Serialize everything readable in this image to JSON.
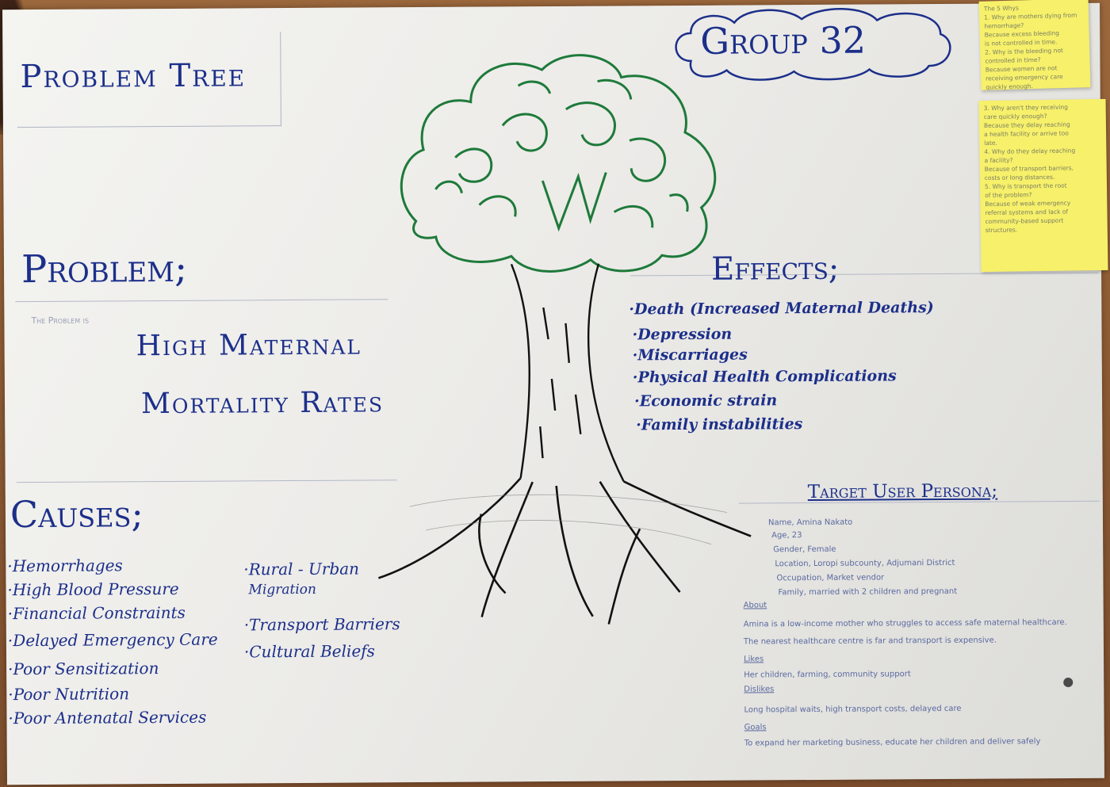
{
  "header": {
    "title": "Problem Tree",
    "group_label": "Group 32"
  },
  "problem": {
    "heading": "Problem;",
    "intro": "The Problem is",
    "line1": "High Maternal",
    "line2": "Mortality Rates"
  },
  "causes": {
    "heading": "Causes;",
    "column1": [
      "·Hemorrhages",
      "·High Blood Pressure",
      "·Financial Constraints",
      "·Delayed Emergency Care",
      "·Poor Sensitization",
      "·Poor Nutrition",
      "·Poor Antenatal Services"
    ],
    "column2_line1": "·Rural - Urban",
    "column2_line2": "Migration",
    "column2": [
      "·Transport Barriers",
      "·Cultural Beliefs"
    ]
  },
  "effects": {
    "heading": "Effects;",
    "items": [
      "·Death (Increased Maternal Deaths)",
      "·Depression",
      "·Miscarriages",
      "·Physical Health Complications",
      "·Economic strain",
      "·Family instabilities"
    ]
  },
  "persona": {
    "heading": "Target User Persona;",
    "name": "Name, Amina Nakato",
    "age": "Age, 23",
    "gender": "Gender, Female",
    "location": "Location, Loropi subcounty, Adjumani District",
    "occupation": "Occupation, Market vendor",
    "family": "Family, married with 2 children and pregnant",
    "about_label": "About",
    "about_line1": "Amina is a low-income mother who struggles to access safe maternal healthcare.",
    "about_line2": "The nearest healthcare centre is far and transport is expensive.",
    "likes_label": "Likes",
    "likes": "Her children, farming, community support",
    "dislikes_label": "Dislikes",
    "dislikes": "Long hospital waits, high transport costs, delayed care",
    "goals_label": "Goals",
    "goals": "To expand her marketing business, educate her children and deliver safely"
  },
  "sticky_notes": [
    {
      "lines": [
        "The 5 Whys",
        "1. Why are mothers dying from",
        "hemorrhage?",
        "Because excess bleeding",
        "is not controlled in time.",
        "2. Why is the bleeding not",
        "controlled in time?",
        "Because women are not",
        "receiving emergency care",
        "quickly enough."
      ]
    },
    {
      "lines": [
        "3. Why aren't they receiving",
        "care quickly enough?",
        "Because they delay reaching",
        "a health facility or arrive too",
        "late.",
        "4. Why do they delay reaching",
        "a facility?",
        "Because of transport barriers,",
        "costs or long distances.",
        "5. Why is transport the root",
        "of the problem?",
        "Because of weak emergency",
        "referral systems and lack of",
        "community-based support",
        "structures."
      ]
    }
  ],
  "colors": {
    "ink_blue": "#1c2f8a",
    "tree_green": "#1e7a3a",
    "trunk_black": "#111111",
    "sticky_yellow": "#f7f06a",
    "paper": "#f0f0ed",
    "table_wood": "#8a5a36"
  }
}
